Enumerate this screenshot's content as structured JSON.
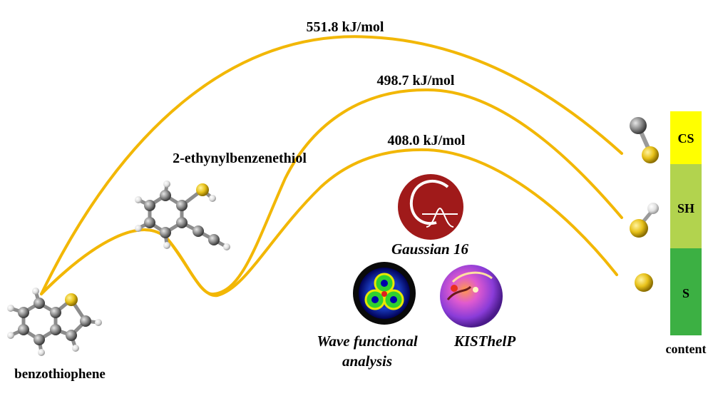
{
  "diagram": {
    "pathways": [
      {
        "energy_label": "551.8 kJ/mol",
        "product": "CS"
      },
      {
        "energy_label": "498.7 kJ/mol",
        "product": "SH"
      },
      {
        "energy_label": "408.0 kJ/mol",
        "product": "S"
      }
    ],
    "reactant_label": "benzothiophene",
    "intermediate_label": "2-ethynylbenzenethiol",
    "software": {
      "gaussian_label": "Gaussian 16",
      "wfa_label_line1": "Wave functional",
      "wfa_label_line2": "analysis",
      "kisthelp_label": "KISThelP"
    },
    "content_bar": {
      "segments": [
        {
          "label": "CS",
          "color": "#ffff00"
        },
        {
          "label": "SH",
          "color": "#b2d34e"
        },
        {
          "label": "S",
          "color": "#3cb043"
        }
      ],
      "caption": "content"
    },
    "colors": {
      "curve": "#f2b705",
      "sulfur": "#e8c21a",
      "carbon": "#8c8c8c",
      "hydrogen": "#e8e8e8",
      "gaussian_red": "#a01a1a"
    },
    "icons": [
      "gaussian-logo-icon",
      "wave-function-analysis-icon",
      "kisthelp-icon"
    ]
  }
}
